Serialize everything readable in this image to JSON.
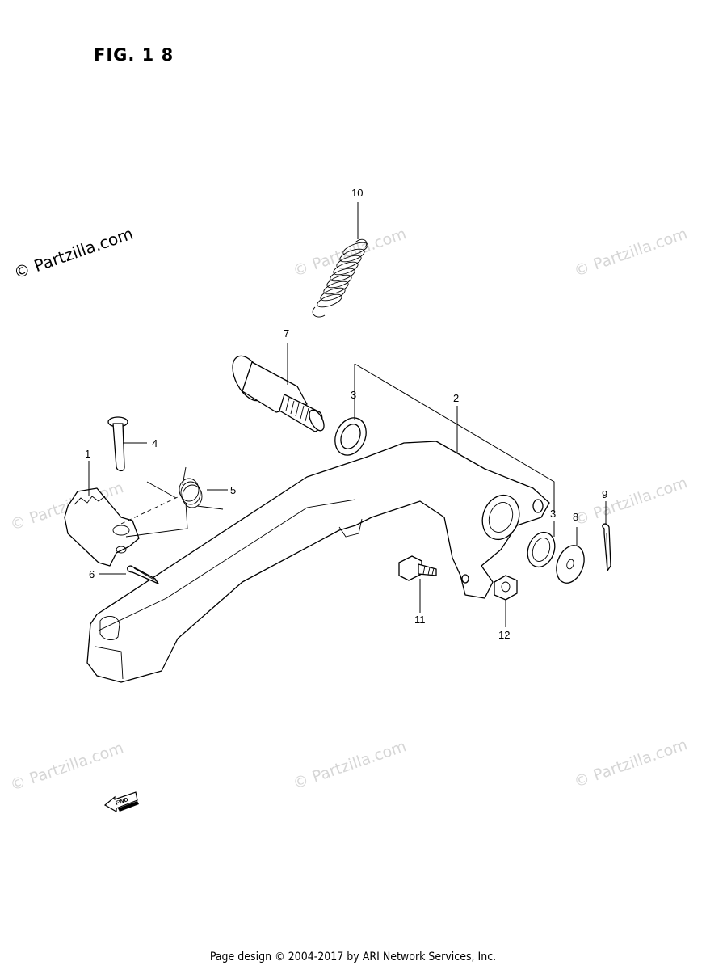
{
  "figure": {
    "title": "FIG. 1 8"
  },
  "watermark": {
    "prominent": "© Partzilla.com",
    "faint": "© Partzilla.com"
  },
  "fwd_label": "FWD",
  "callouts": {
    "p1": "1",
    "p2": "2",
    "p3a": "3",
    "p3b": "3",
    "p4": "4",
    "p5": "5",
    "p6": "6",
    "p7": "7",
    "p8": "8",
    "p9": "9",
    "p10": "10",
    "p11": "11",
    "p12": "12"
  },
  "footer": {
    "text": "Page design © 2004-2017 by ARI Network Services, Inc."
  }
}
